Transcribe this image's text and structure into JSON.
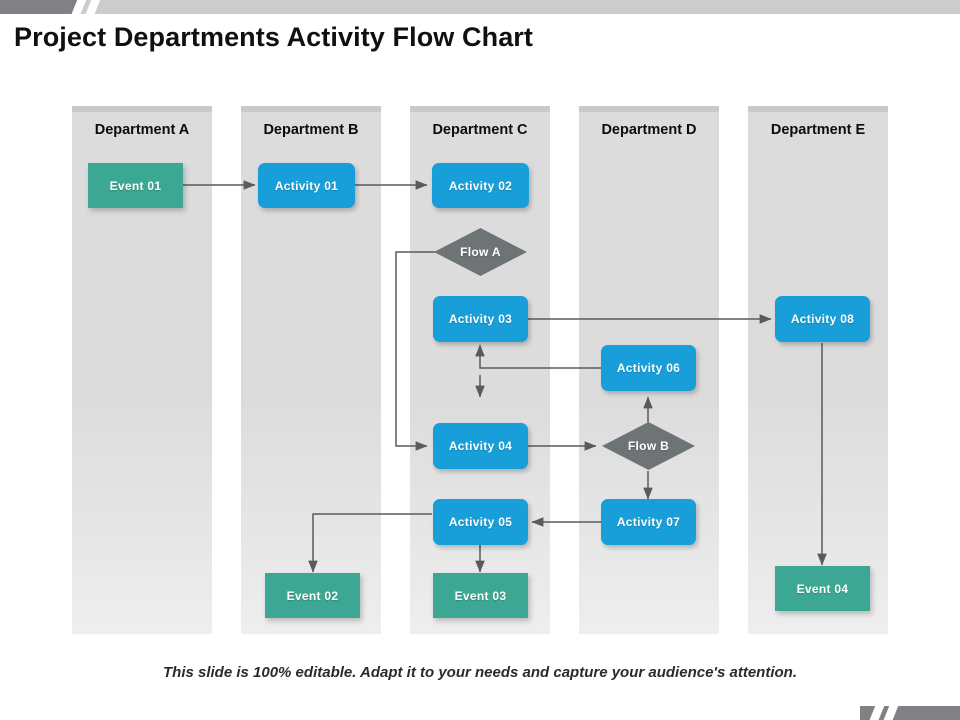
{
  "slide": {
    "title": "Project Departments Activity Flow Chart",
    "caption": "This slide is 100% editable. Adapt it to your needs and capture your audience's attention.",
    "colors": {
      "activity": "#189ed8",
      "event": "#3ca793",
      "flow": "#6e7376",
      "lane": "#dddddd",
      "lane_header": "#c9c9c9",
      "connector": "#5a5a5a",
      "title": "#101010",
      "accent_bar_dark": "#808184",
      "accent_bar_light": "#cccccc"
    }
  },
  "lanes": [
    {
      "id": "dept-a",
      "label": "Department A"
    },
    {
      "id": "dept-b",
      "label": "Department B"
    },
    {
      "id": "dept-c",
      "label": "Department C"
    },
    {
      "id": "dept-d",
      "label": "Department D"
    },
    {
      "id": "dept-e",
      "label": "Department E"
    }
  ],
  "nodes": [
    {
      "id": "event-01",
      "label": "Event 01",
      "type": "event",
      "lane": "Department A"
    },
    {
      "id": "activity-01",
      "label": "Activity  01",
      "type": "activity",
      "lane": "Department B"
    },
    {
      "id": "activity-02",
      "label": "Activity  02",
      "type": "activity",
      "lane": "Department C"
    },
    {
      "id": "flow-a",
      "label": "Flow A",
      "type": "flow",
      "lane": "Department C"
    },
    {
      "id": "activity-03",
      "label": "Activity  03",
      "type": "activity",
      "lane": "Department C"
    },
    {
      "id": "activity-04",
      "label": "Activity  04",
      "type": "activity",
      "lane": "Department C"
    },
    {
      "id": "activity-05",
      "label": "Activity  05",
      "type": "activity",
      "lane": "Department C"
    },
    {
      "id": "activity-06",
      "label": "Activity  06",
      "type": "activity",
      "lane": "Department D"
    },
    {
      "id": "flow-b",
      "label": "Flow B",
      "type": "flow",
      "lane": "Department D"
    },
    {
      "id": "activity-07",
      "label": "Activity  07",
      "type": "activity",
      "lane": "Department D"
    },
    {
      "id": "activity-08",
      "label": "Activity  08",
      "type": "activity",
      "lane": "Department E"
    },
    {
      "id": "event-02",
      "label": "Event 02",
      "type": "event",
      "lane": "Department B"
    },
    {
      "id": "event-03",
      "label": "Event 03",
      "type": "event",
      "lane": "Department C"
    },
    {
      "id": "event-04",
      "label": "Event 04",
      "type": "event",
      "lane": "Department E"
    }
  ],
  "connections": [
    {
      "from": "event-01",
      "to": "activity-01"
    },
    {
      "from": "activity-01",
      "to": "activity-02"
    },
    {
      "from": "activity-02",
      "to": "flow-a"
    },
    {
      "from": "flow-a",
      "to": "activity-03"
    },
    {
      "from": "flow-a",
      "to": "activity-04"
    },
    {
      "from": "activity-03",
      "to": "activity-08"
    },
    {
      "from": "activity-06",
      "to": "activity-03"
    },
    {
      "from": "activity-04",
      "to": "flow-b"
    },
    {
      "from": "flow-b",
      "to": "activity-06"
    },
    {
      "from": "flow-b",
      "to": "activity-07"
    },
    {
      "from": "activity-07",
      "to": "activity-05"
    },
    {
      "from": "activity-05",
      "to": "event-02"
    },
    {
      "from": "activity-05",
      "to": "event-03"
    },
    {
      "from": "activity-08",
      "to": "event-04"
    }
  ]
}
